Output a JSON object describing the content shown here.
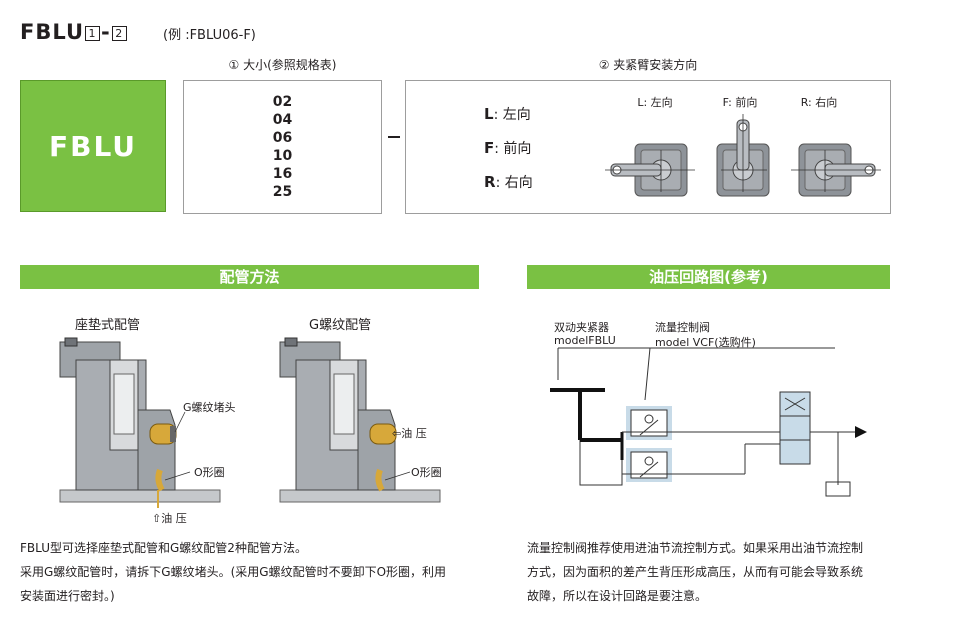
{
  "header": {
    "code_prefix": "FBLU",
    "code_box1": "1",
    "code_dash": "-",
    "code_box2": "2",
    "example": "(例 :FBLU06-F)"
  },
  "size_section": {
    "label": "① 大小(参照规格表)",
    "sizes": [
      "02",
      "04",
      "06",
      "10",
      "16",
      "25"
    ]
  },
  "direction_section": {
    "label": "② 夹紧臂安装方向",
    "options": [
      {
        "code": "L",
        "text": ": 左向"
      },
      {
        "code": "F",
        "text": ": 前向"
      },
      {
        "code": "R",
        "text": ": 右向"
      }
    ],
    "diagram_labels": [
      "L: 左向",
      "F: 前向",
      "R: 右向"
    ]
  },
  "product_badge": "FBLU",
  "piping": {
    "bar_title": "配管方法",
    "left_title": "座垫式配管",
    "right_title": "G螺纹配管",
    "plug_label": "G螺纹堵头",
    "oring_label_left": "O形圈",
    "oring_label_right": "O形圈",
    "oil_bottom": "⇧油 压",
    "oil_right": "⇦油 压",
    "text_lines": [
      "FBLU型可选择座垫式配管和G螺纹配管2种配管方法。",
      "采用G螺纹配管时，请拆下G螺纹堵头。(采用G螺纹配管时不要卸下O形圈，利用",
      "安装面进行密封。)"
    ]
  },
  "circuit": {
    "bar_title": "油压回路图(参考)",
    "clamp_label_1": "双动夹紧器",
    "clamp_label_2": "modelFBLU",
    "valve_label_1": "流量控制阀",
    "valve_label_2": "model VCF(选购件)",
    "text_lines": [
      "流量控制阀推荐使用进油节流控制方式。如果采用出油节流控制",
      "方式，因为面积的差产生背压形成高压，从而有可能会导致系统",
      "故障，所以在设计回路是要注意。"
    ]
  },
  "colors": {
    "accent_green": "#7ac143",
    "drawing_gray": "#9a9a9a",
    "valve_blue": "#c8dbe8"
  }
}
